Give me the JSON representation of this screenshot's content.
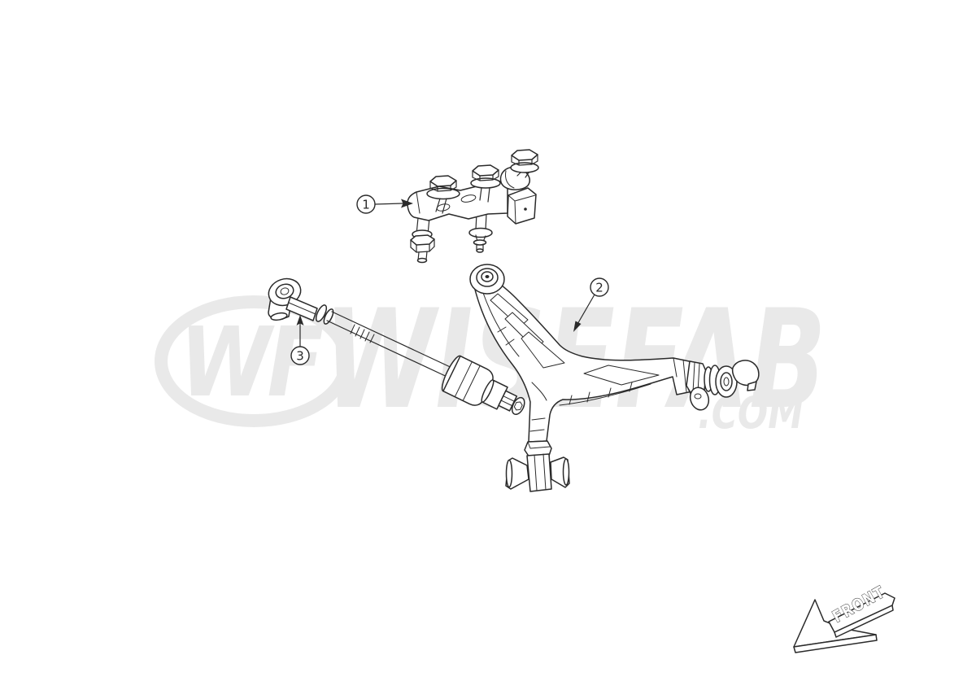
{
  "watermark": {
    "monogram": "WF",
    "brand": "WISEFAB",
    "tld": ".COM",
    "color": "#e9e9e9"
  },
  "callouts": [
    {
      "number": "1",
      "target": "ball-joint-plate-assembly"
    },
    {
      "number": "2",
      "target": "lower-control-arm"
    },
    {
      "number": "3",
      "target": "tie-rod-assembly"
    }
  ],
  "front_indicator": {
    "label": "FRONT"
  },
  "colors": {
    "background": "#ffffff",
    "line": "#2a2a2a",
    "watermark": "#e9e9e9"
  }
}
